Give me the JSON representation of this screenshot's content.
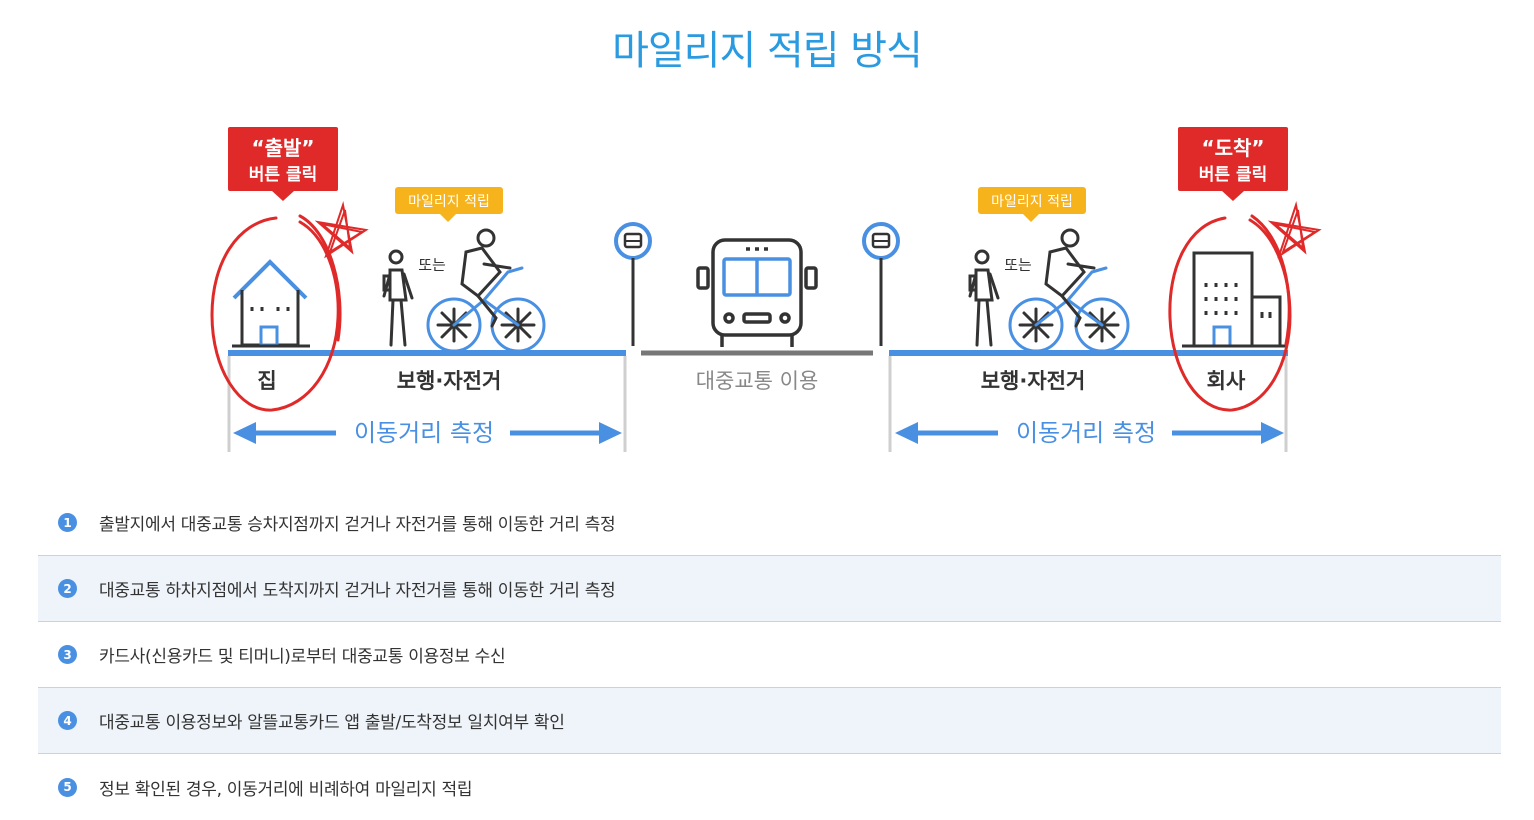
{
  "title": "마일리지 적립 방식",
  "left": {
    "callout_quote": "“출발”",
    "callout_sub": "버튼 클릭",
    "place": "집",
    "segment": "보행·자전거",
    "badge": "마일리지 적립",
    "or": "또는",
    "measure": "이동거리 측정"
  },
  "middle": {
    "segment": "대중교통 이용"
  },
  "right": {
    "callout_quote": "“도착”",
    "callout_sub": "버튼 클릭",
    "place": "회사",
    "segment": "보행·자전거",
    "badge": "마일리지 적립",
    "or": "또는",
    "measure": "이동거리 측정"
  },
  "steps": [
    {
      "num": "1",
      "text": "출발지에서 대중교통 승차지점까지 걷거나 자전거를 통해 이동한 거리 측정"
    },
    {
      "num": "2",
      "text": "대중교통 하차지점에서 도착지까지 걷거나 자전거를 통해 이동한 거리 측정"
    },
    {
      "num": "3",
      "text": "카드사(신용카드 및 티머니)로부터 대중교통 이용정보 수신"
    },
    {
      "num": "4",
      "text": "대중교통 이용정보와 알뜰교통카드 앱 출발/도착정보 일치여부 확인"
    },
    {
      "num": "5",
      "text": "정보 확인된 경우, 이동거리에 비례하여 마일리지 적립"
    }
  ],
  "colors": {
    "title": "#2a9be0",
    "road_blue": "#4a90e2",
    "road_gray": "#777777",
    "callout_red": "#e02a2a",
    "badge_orange": "#f6b31c",
    "step_shade": "#eff4fa"
  },
  "icons": [
    "house-icon",
    "building-icon",
    "walker-icon",
    "cyclist-icon",
    "bus-icon",
    "bus-stop-icon",
    "star-doodle-icon"
  ]
}
